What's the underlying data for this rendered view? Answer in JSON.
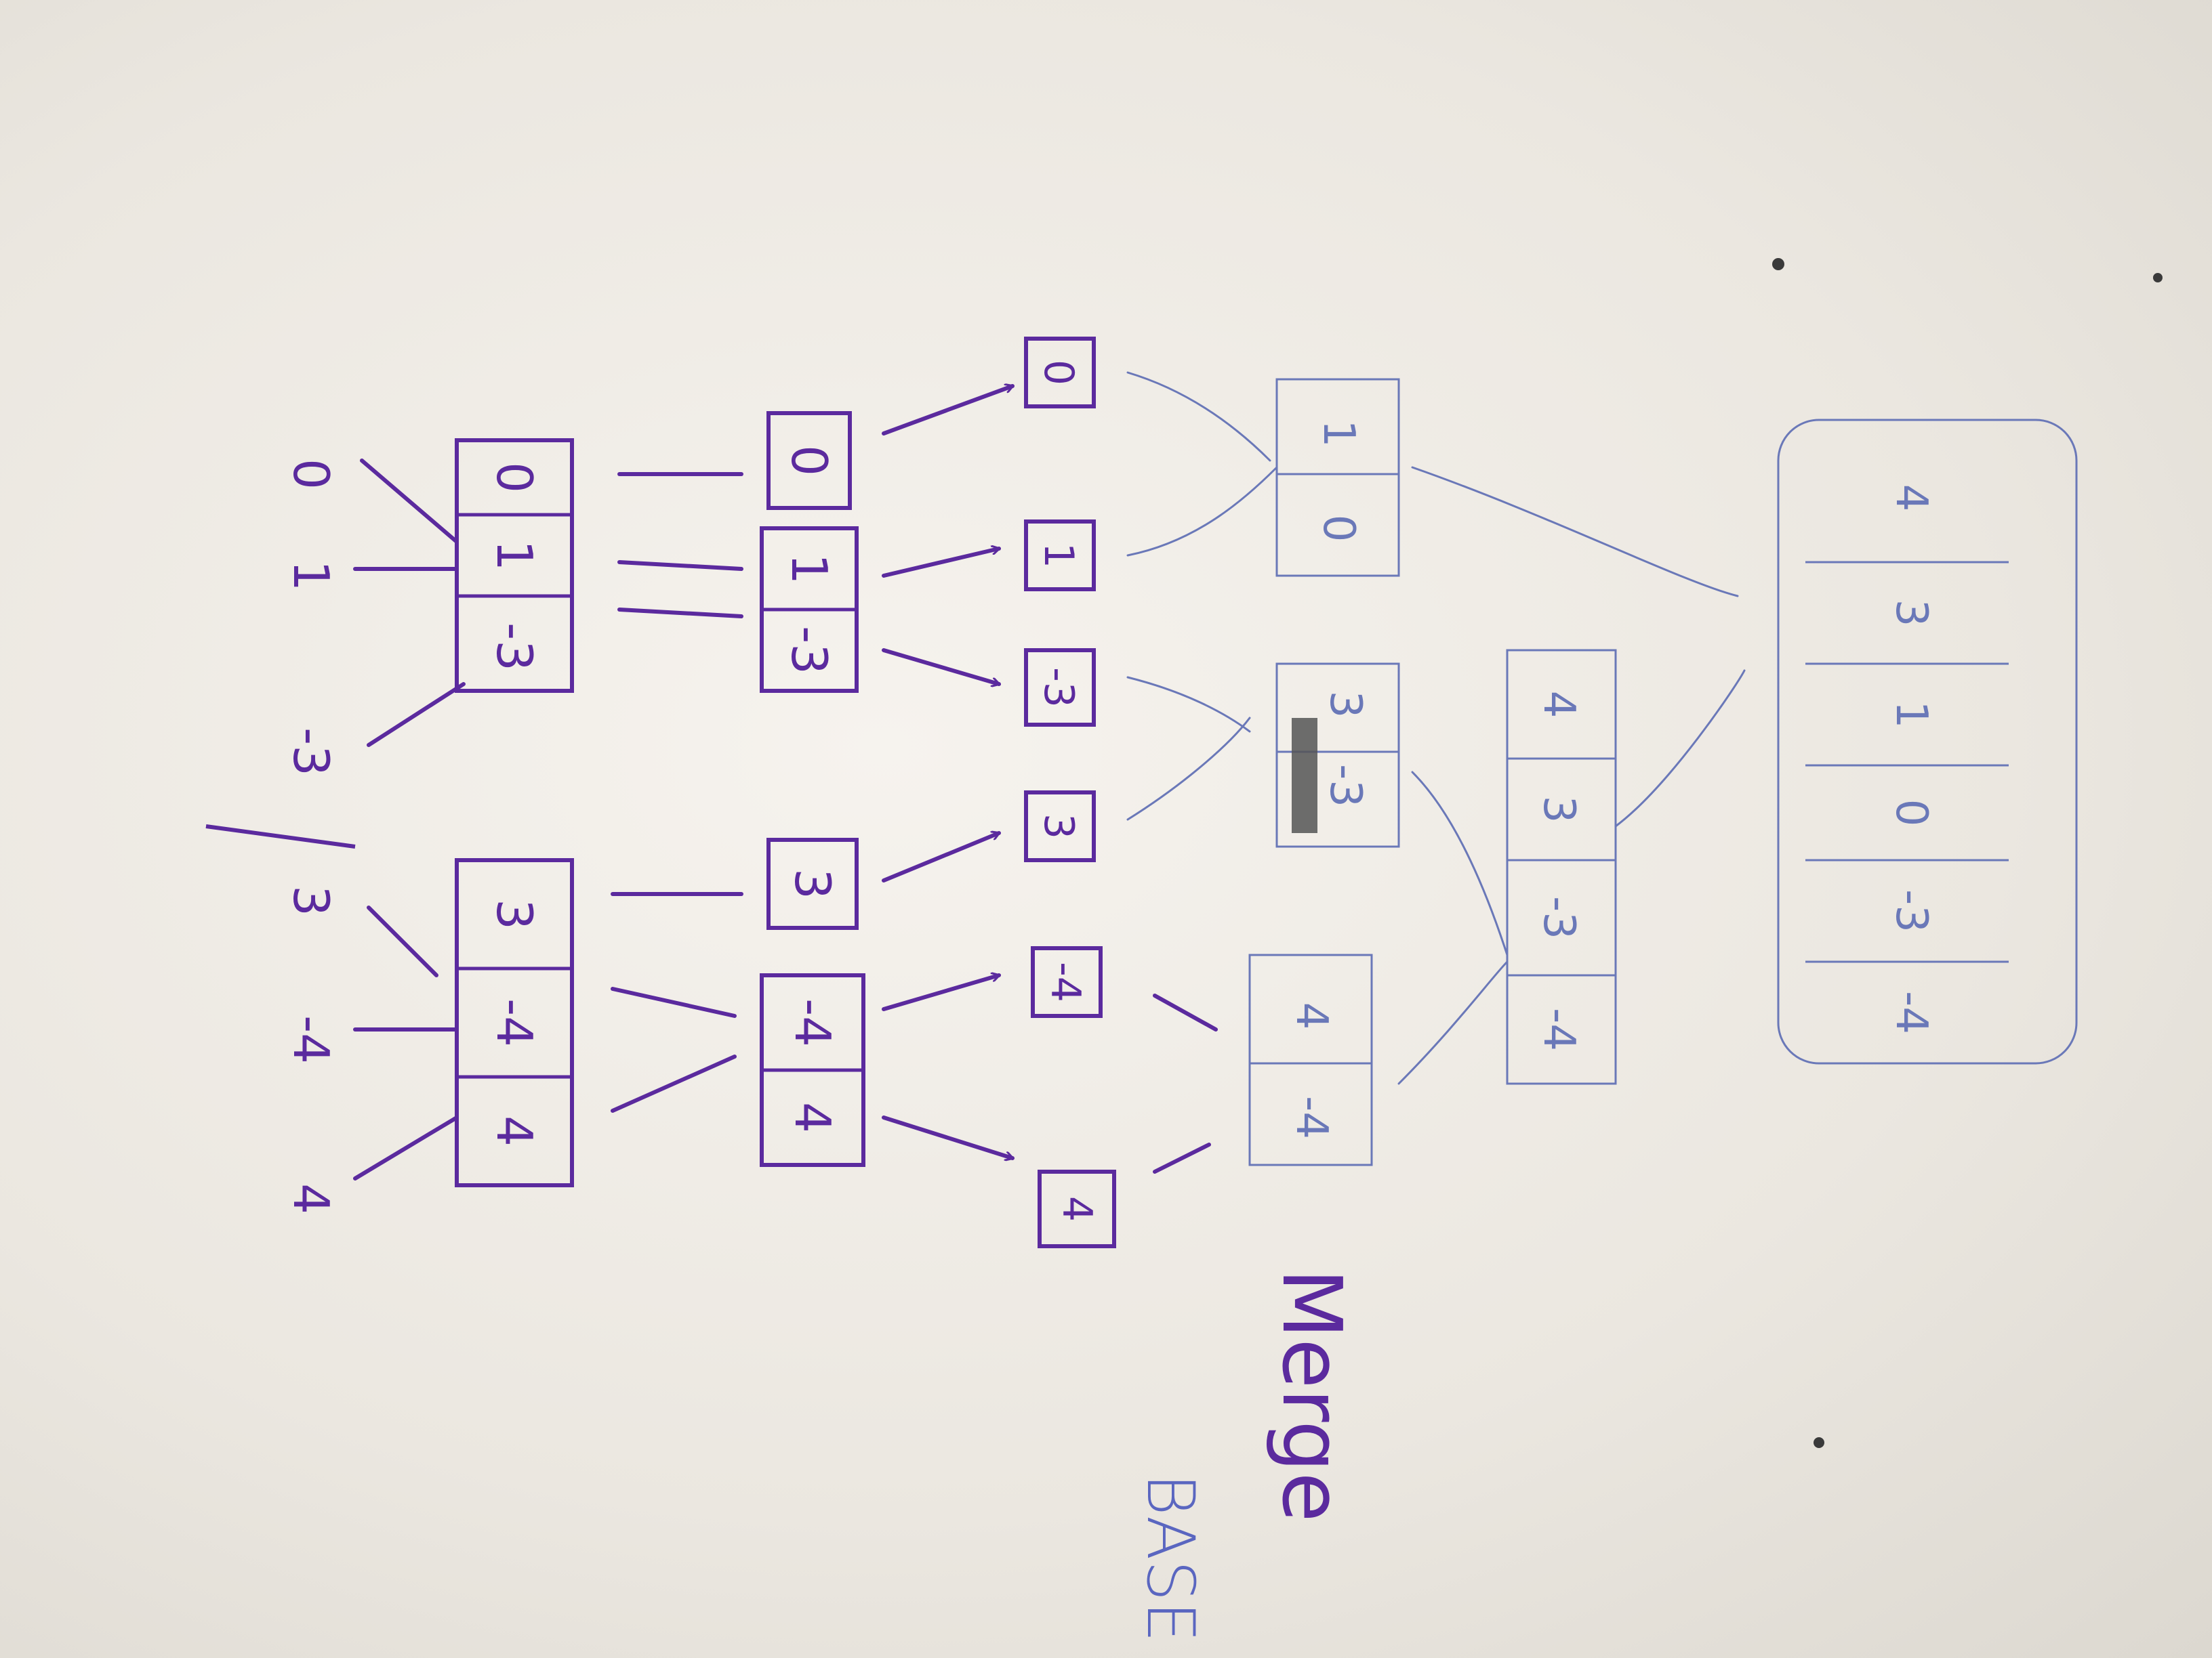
{
  "colors": {
    "purple": "#5b2a9e",
    "blue": "#6a78b8",
    "blue_label": "#5a66c0",
    "smudge": "#555555",
    "dot": "#3a3a3a"
  },
  "input_row": {
    "values": [
      "4",
      "-4",
      "3",
      "-3",
      "1",
      "0"
    ]
  },
  "split_level_1": {
    "left_cells": [
      "4",
      "-4",
      "3"
    ],
    "right_cells": [
      "-3",
      "1",
      "0"
    ]
  },
  "split_level_2": {
    "left_pair": [
      "4",
      "-4"
    ],
    "left_single": "3",
    "right_pair": [
      "-3",
      "1"
    ],
    "right_single": "0"
  },
  "base": {
    "label": "BASE",
    "cells": [
      "4",
      "-4",
      "3",
      "-3",
      "1",
      "0"
    ]
  },
  "merge": {
    "label": "Merge",
    "level_1": {
      "a": [
        "-4",
        "4"
      ],
      "b": [
        "-3",
        "3"
      ],
      "c": [
        "0",
        "1"
      ]
    },
    "level_2": [
      "-4",
      "-3",
      "3",
      "4"
    ],
    "final": [
      "-4",
      "-3",
      "0",
      "1",
      "3",
      "4"
    ]
  }
}
